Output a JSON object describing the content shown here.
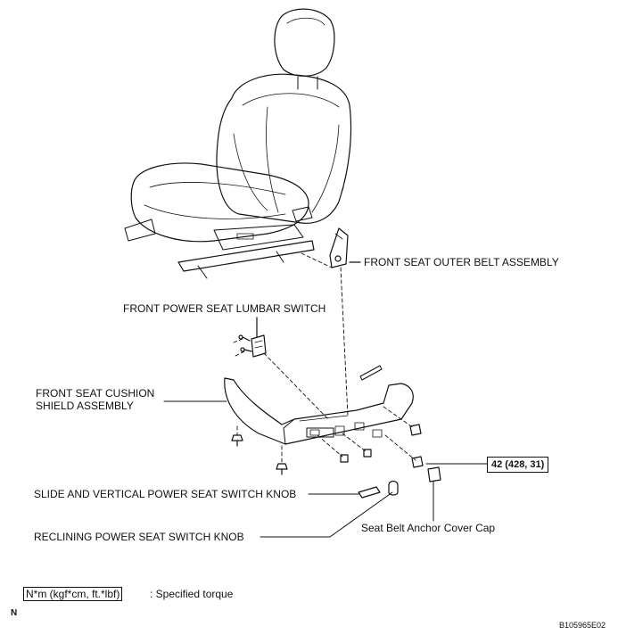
{
  "labels": {
    "outer_belt": "FRONT SEAT OUTER BELT ASSEMBLY",
    "lumbar_switch": "FRONT POWER SEAT LUMBAR SWITCH",
    "cushion_shield_line1": "FRONT SEAT CUSHION",
    "cushion_shield_line2": "SHIELD ASSEMBLY",
    "slide_knob": "SLIDE AND VERTICAL POWER SEAT SWITCH KNOB",
    "reclining_knob": "RECLINING POWER SEAT SWITCH KNOB",
    "anchor_cap": "Seat Belt Anchor Cover Cap"
  },
  "torque": {
    "value": "42 (428, 31)"
  },
  "legend": {
    "unit_box": "N*m (kgf*cm, ft.*lbf)",
    "unit_desc": ": Specified torque",
    "marker": "N"
  },
  "figure_id": "B105965E02"
}
